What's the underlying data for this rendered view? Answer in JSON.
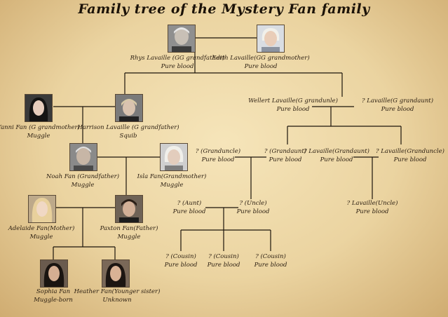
{
  "title": "Family tree of the Mystery Fan family",
  "colors": {
    "ink": "#1c140b",
    "paper": "#e9d3a1"
  },
  "people": [
    {
      "id": "rhys",
      "name": "Rhys Lavaille (GG grandfather)",
      "status": "Pure blood",
      "photo": "elder-man"
    },
    {
      "id": "edith",
      "name": "Edith Lavaille(GG grandmother)",
      "status": "Pure blood",
      "photo": "elder-woman"
    },
    {
      "id": "yanni",
      "name": "Yanni Fan (G grandmother)",
      "status": "Muggle",
      "photo": "young-woman-dark"
    },
    {
      "id": "harrison",
      "name": "Harrison Lavaille (G grandfather)",
      "status": "Squib",
      "photo": "young-man-light"
    },
    {
      "id": "wellert",
      "name": "Wellert Lavaille(G grandunle)",
      "status": "Pure blood"
    },
    {
      "id": "g-grandaunt",
      "name": "? Lavaille(G grandaunt)",
      "status": "Pure blood"
    },
    {
      "id": "noah",
      "name": "Noah Fan (Grandfather)",
      "status": "Muggle",
      "photo": "elder-man"
    },
    {
      "id": "isla",
      "name": "Isla Fan(Grandmother)",
      "status": "Muggle",
      "photo": "elder-woman"
    },
    {
      "id": "granduncle1",
      "name": "? (Granduncle)",
      "status": "Pure blood"
    },
    {
      "id": "grandaunt1",
      "name": "? (Grandaunt)",
      "status": "Pure blood"
    },
    {
      "id": "grandaunt2",
      "name": "? Lavaille(Grandaunt)",
      "status": "Pure blood"
    },
    {
      "id": "granduncle2",
      "name": "? Lavaille(Granduncle)",
      "status": "Pure blood"
    },
    {
      "id": "aunt",
      "name": "? (Aunt)",
      "status": "Pure blood"
    },
    {
      "id": "uncle1",
      "name": "? (Uncle)",
      "status": "Pure blood"
    },
    {
      "id": "uncle2",
      "name": "? Lavaille(Uncle)",
      "status": "Pure blood"
    },
    {
      "id": "adelaide",
      "name": "Adelaide Fan(Mother)",
      "status": "Muggle",
      "photo": "young-woman-blonde"
    },
    {
      "id": "paxton",
      "name": "Paxton Fan(Father)",
      "status": "Muggle",
      "photo": "young-man-dark"
    },
    {
      "id": "cousin1",
      "name": "? (Cousin)",
      "status": "Pure blood"
    },
    {
      "id": "cousin2",
      "name": "? (Cousin)",
      "status": "Pure blood"
    },
    {
      "id": "cousin3",
      "name": "? (Cousin)",
      "status": "Pure blood"
    },
    {
      "id": "sophia",
      "name": "Sophia Fan",
      "status": "Muggle-born",
      "photo": "girl-dark"
    },
    {
      "id": "heather",
      "name": "Heather Fan(Younger sister)",
      "status": "Unknown",
      "photo": "girl-dark"
    }
  ]
}
